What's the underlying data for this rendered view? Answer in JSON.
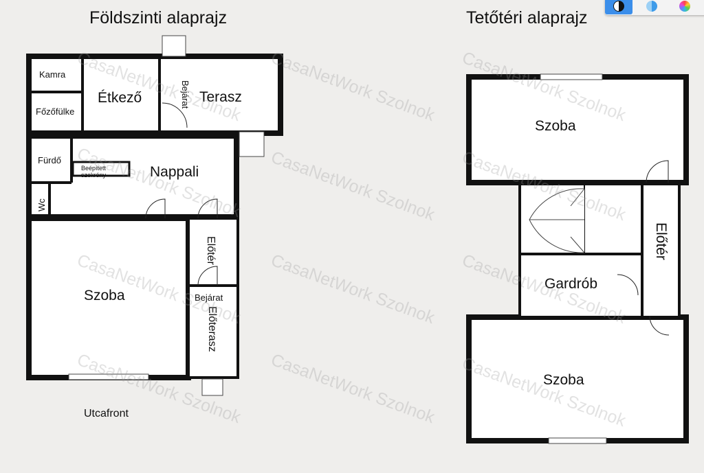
{
  "ground": {
    "title": "Földszinti alaprajz",
    "rooms": {
      "kamra": "Kamra",
      "etkezo": "Étkező",
      "bejarat1": "Bejárat",
      "terasz": "Terasz",
      "fozofulke": "Főzőfülke",
      "furdo": "Fürdő",
      "beepitett": "Beépített",
      "szekreny": "szekrény",
      "nappali": "Nappali",
      "wc": "Wc",
      "eloter": "Előtér",
      "szoba": "Szoba",
      "bejarat2": "Bejárat",
      "eloterasz": "Előterasz"
    },
    "street": "Utcafront"
  },
  "attic": {
    "title": "Tetőtéri alaprajz",
    "rooms": {
      "szoba1": "Szoba",
      "eloter": "Előtér",
      "gardrob": "Gardrób",
      "szoba2": "Szoba"
    }
  },
  "watermark": "CasaNetWork Szolnok",
  "toolbar": {
    "icons": [
      "contrast-icon",
      "tone-icon",
      "color-wheel-icon"
    ],
    "accent": "#3b8eea"
  }
}
